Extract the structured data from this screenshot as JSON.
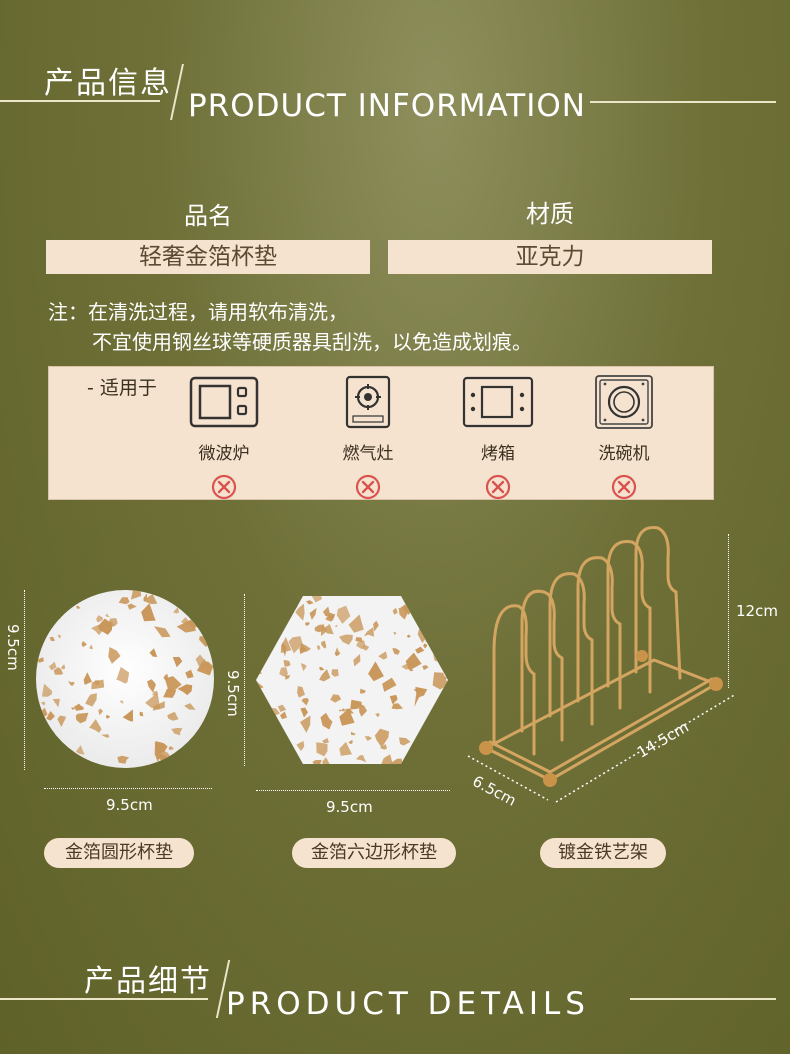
{
  "header_info": {
    "cn": "产品信息",
    "en": "PRODUCT INFORMATION"
  },
  "specs": [
    {
      "title": "品名",
      "value": "轻奢金箔杯垫"
    },
    {
      "title": "材质",
      "value": "亚克力"
    }
  ],
  "note": {
    "line1": "注：在清洗过程，请用软布清洗，",
    "line2": "不宜使用钢丝球等硬质器具刮洗，以免造成划痕。"
  },
  "suitable": {
    "label": "- 适用于",
    "items": [
      {
        "name": "微波炉",
        "icon": "microwave-icon",
        "status": "not-suitable"
      },
      {
        "name": "燃气灶",
        "icon": "gas-stove-icon",
        "status": "not-suitable"
      },
      {
        "name": "烤箱",
        "icon": "oven-icon",
        "status": "not-suitable"
      },
      {
        "name": "洗碗机",
        "icon": "dishwasher-icon",
        "status": "not-suitable"
      }
    ]
  },
  "products": [
    {
      "name": "金箔圆形杯垫",
      "width": "9.5cm",
      "height": "9.5cm"
    },
    {
      "name": "金箔六边形杯垫",
      "width": "9.5cm",
      "height": "9.5cm"
    },
    {
      "name": "镀金铁艺架",
      "length": "14.5cm",
      "depth": "6.5cm",
      "height": "12cm"
    }
  ],
  "header_details": {
    "cn": "产品细节",
    "en": "PRODUCT DETAILS"
  },
  "colors": {
    "accent_beige": "#f6e3cf",
    "olive": "#6e7038",
    "gold": "#c99a52",
    "red_x": "#d9534f"
  }
}
